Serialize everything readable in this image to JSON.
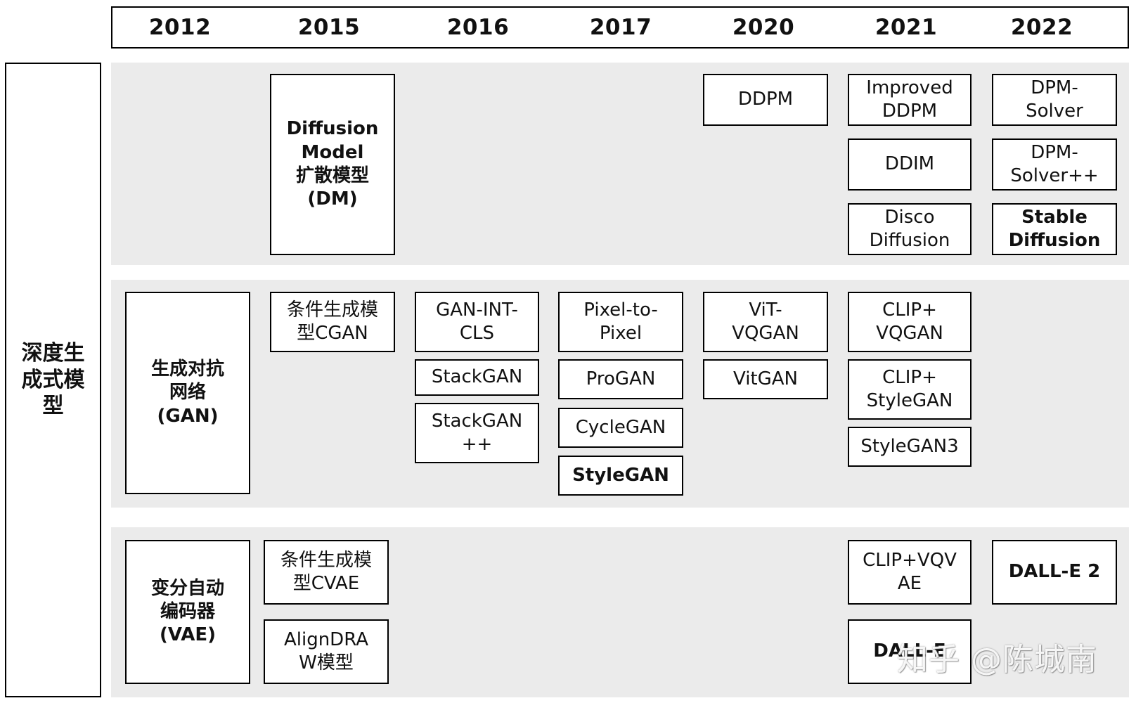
{
  "years": [
    "2012",
    "2015",
    "2016",
    "2017",
    "2020",
    "2021",
    "2022"
  ],
  "root_label": "深度生成式模型",
  "diffusion": {
    "category": "Diffusion Model\n扩散模型\n(DM)",
    "ddpm": "DDPM",
    "improved_ddpm": "Improved\nDDPM",
    "ddim": "DDIM",
    "disco_diffusion": "Disco\nDiffusion",
    "dpm_solver": "DPM-\nSolver",
    "dpm_solver_pp": "DPM-\nSolver++",
    "stable_diffusion": "Stable\nDiffusion"
  },
  "gan": {
    "category": "生成对抗\n网络\n(GAN)",
    "cgan": "条件生成模\n型CGAN",
    "gan_int_cls": "GAN-INT-\nCLS",
    "stackgan": "StackGAN",
    "stackgan_pp": "StackGAN\n++",
    "pixel_to_pixel": "Pixel-to-\nPixel",
    "progan": "ProGAN",
    "cyclegan": "CycleGAN",
    "stylegan": "StyleGAN",
    "vit_vqgan": "ViT-\nVQGAN",
    "vitgan": "VitGAN",
    "clip_vqgan": "CLIP+\nVQGAN",
    "clip_stylegan": "CLIP+\nStyleGAN",
    "stylegan3": "StyleGAN3"
  },
  "vae": {
    "category": "变分自动\n编码器\n(VAE)",
    "cvae": "条件生成模\n型CVAE",
    "aligndraw": "AlignDRA\nW模型",
    "clip_vqvae": "CLIP+VQV\nAE",
    "dalle": "DALL-E",
    "dalle2": "DALL-E 2"
  },
  "watermark": "知乎 @陈城南"
}
